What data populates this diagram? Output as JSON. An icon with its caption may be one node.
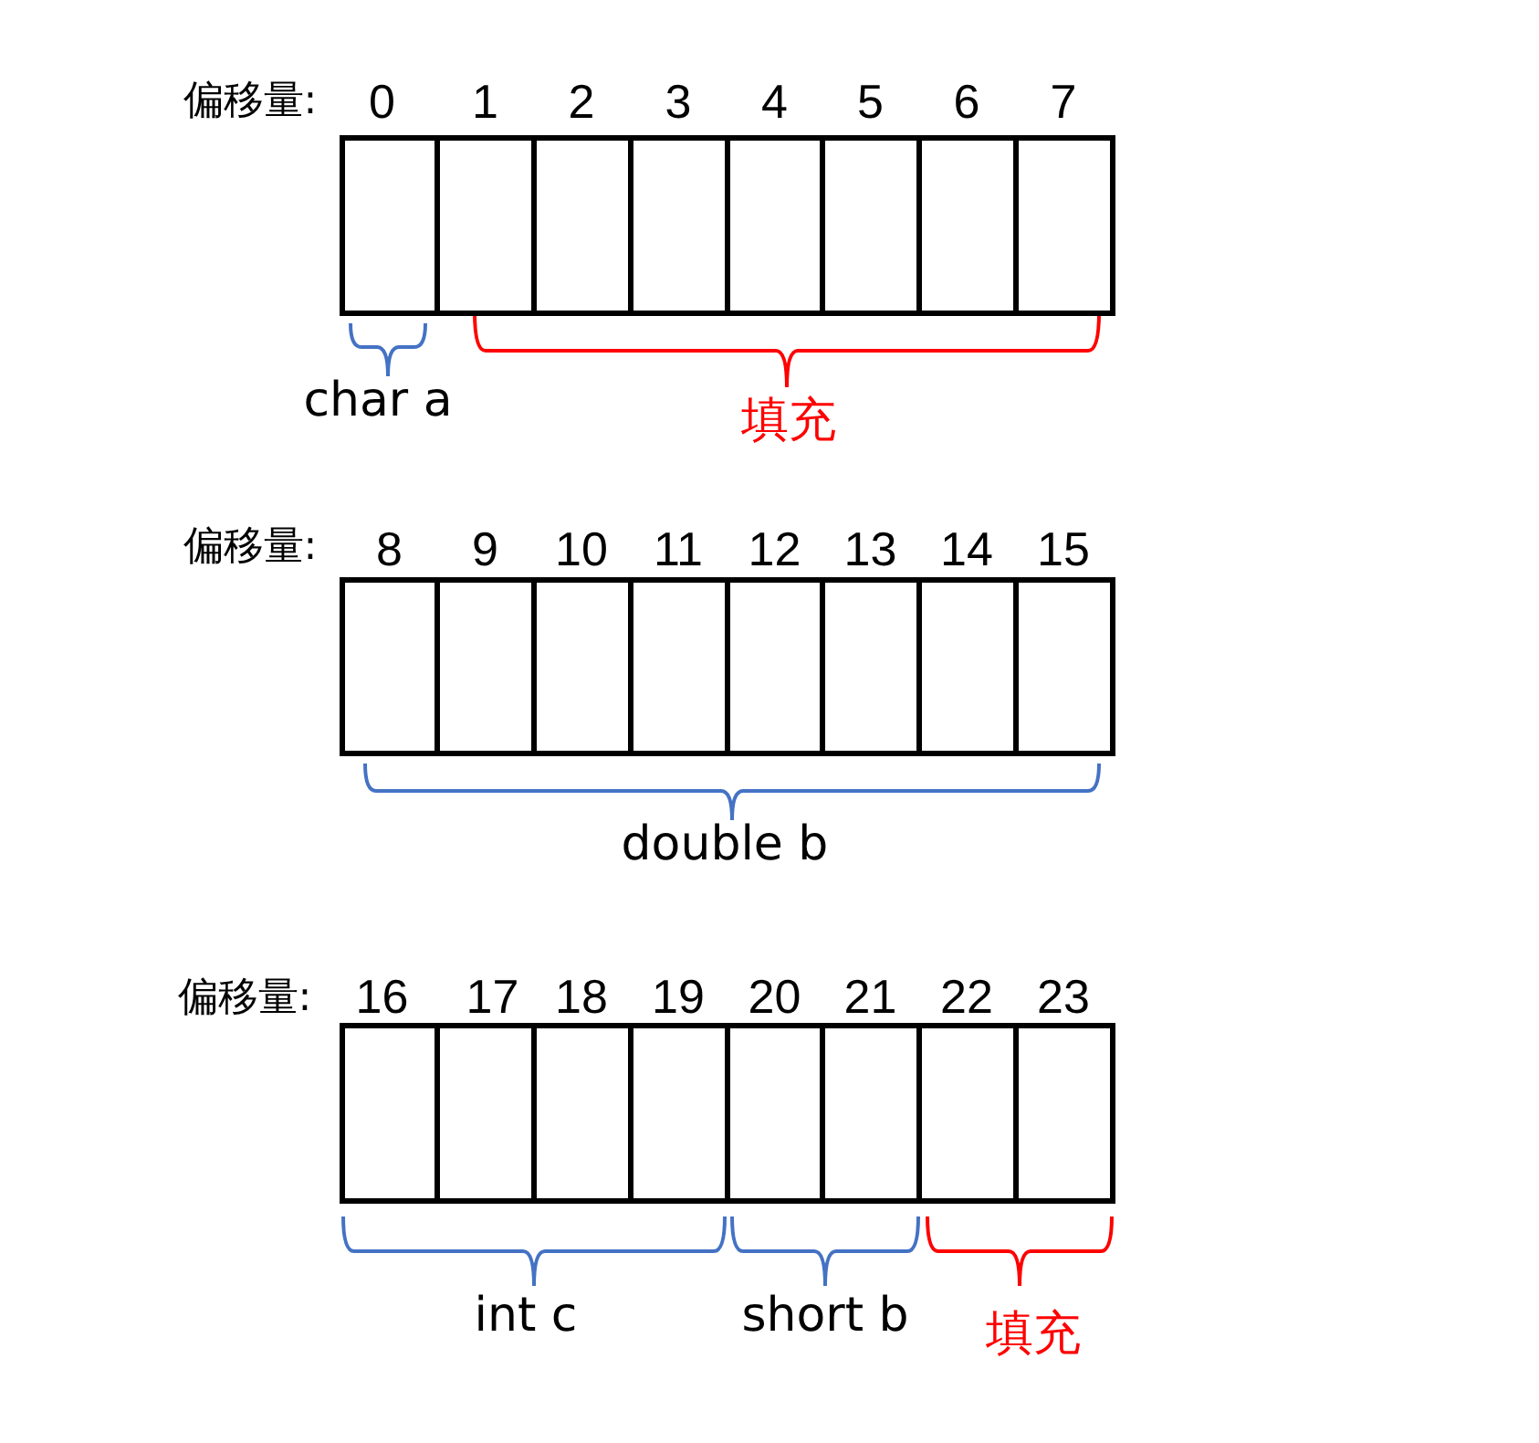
{
  "diagram": {
    "nodes": [
      {
        "text": [],
        "shape": "box",
        "beside": [
          "0"
        ]
      },
      {
        "text": [],
        "shape": "box",
        "beside": [
          "1"
        ]
      },
      {
        "text": [],
        "shape": "box",
        "beside": [
          "2"
        ]
      },
      {
        "text": [],
        "shape": "box",
        "beside": [
          "3"
        ]
      },
      {
        "text": [],
        "shape": "box",
        "beside": [
          "4"
        ]
      },
      {
        "text": [],
        "shape": "box",
        "beside": [
          "5"
        ]
      },
      {
        "text": [],
        "shape": "box",
        "beside": [
          "6"
        ]
      },
      {
        "text": [],
        "shape": "box",
        "beside": [
          "7"
        ]
      },
      {
        "text": [],
        "shape": "box",
        "beside": [
          "8"
        ]
      },
      {
        "text": [],
        "shape": "box",
        "beside": [
          "9"
        ]
      },
      {
        "text": [],
        "shape": "box",
        "beside": [
          "10"
        ]
      },
      {
        "text": [],
        "shape": "box",
        "beside": [
          "11"
        ]
      },
      {
        "text": [],
        "shape": "box",
        "beside": [
          "12"
        ]
      },
      {
        "text": [],
        "shape": "box",
        "beside": [
          "13"
        ]
      },
      {
        "text": [],
        "shape": "box",
        "beside": [
          "14"
        ]
      },
      {
        "text": [],
        "shape": "box",
        "beside": [
          "15"
        ]
      },
      {
        "text": [],
        "shape": "box",
        "beside": [
          "16"
        ]
      },
      {
        "text": [],
        "shape": "box",
        "beside": [
          "17"
        ]
      },
      {
        "text": [],
        "shape": "box",
        "beside": [
          "18"
        ]
      },
      {
        "text": [],
        "shape": "box",
        "beside": [
          "19"
        ]
      },
      {
        "text": [],
        "shape": "box",
        "beside": [
          "20"
        ]
      },
      {
        "text": [],
        "shape": "box",
        "beside": [
          "21"
        ]
      },
      {
        "text": [],
        "shape": "box",
        "beside": [
          "22"
        ]
      },
      {
        "text": [],
        "shape": "box",
        "beside": [
          "23"
        ]
      }
    ],
    "labels": [
      "偏移量:",
      "char a",
      "填充",
      "偏移量:",
      "double b",
      "偏移量:",
      "int c",
      "short b",
      "填充"
    ]
  }
}
